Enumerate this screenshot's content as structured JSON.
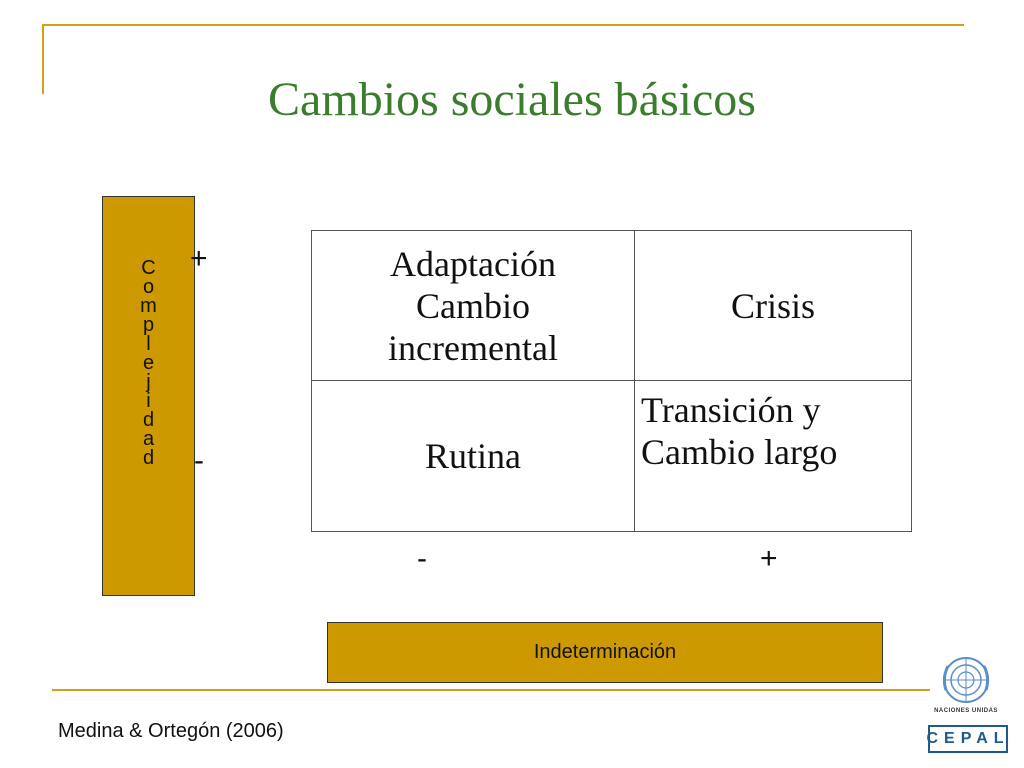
{
  "title": "Cambios sociales básicos",
  "y_axis": {
    "letters": [
      "C",
      "o",
      "m",
      "p",
      "l",
      "e",
      "j",
      "i",
      "d",
      "a",
      "d"
    ],
    "plus": "+",
    "minus": "-"
  },
  "x_axis": {
    "label": "Indeterminación",
    "minus": "-",
    "plus": "+"
  },
  "matrix": {
    "top_left": "Adaptación\nCambio\nincremental",
    "top_right": "Crisis",
    "bottom_left": "Rutina",
    "bottom_right": "Transición y\nCambio largo"
  },
  "source": "Medina & Ortegón (2006)",
  "logos": {
    "un_label": "NACIONES UNIDAS",
    "cepal": "CEPAL"
  },
  "colors": {
    "accent": "#cc9900",
    "title": "#3a7d2c",
    "frame": "#d4a017",
    "cepal": "#1e5a8c"
  }
}
